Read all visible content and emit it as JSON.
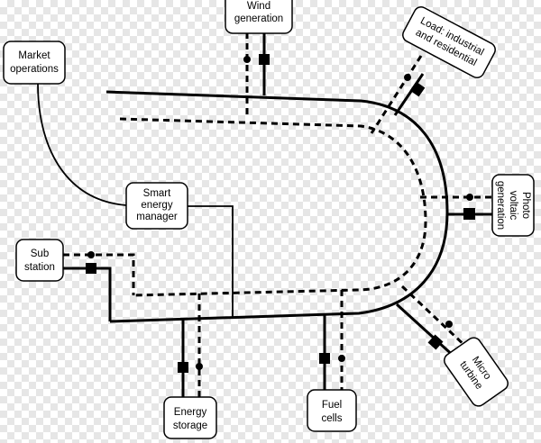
{
  "nodes": {
    "wind": [
      "Wind",
      "generation"
    ],
    "load": [
      "Load: industrial",
      "and residential"
    ],
    "market": [
      "Market",
      "operations"
    ],
    "manager": [
      "Smart",
      "energy",
      "manager"
    ],
    "substation": [
      "Sub",
      "station"
    ],
    "photovoltaic": [
      "Photo",
      "voltaic",
      "generation"
    ],
    "microturbine": [
      "Micro",
      "turbine"
    ],
    "storage": [
      "Energy",
      "storage"
    ],
    "fuelcells": [
      "Fuel",
      "cells"
    ]
  },
  "colors": {
    "line": "#000000",
    "box": "#ffffff",
    "checker": "#e6e6e6"
  }
}
